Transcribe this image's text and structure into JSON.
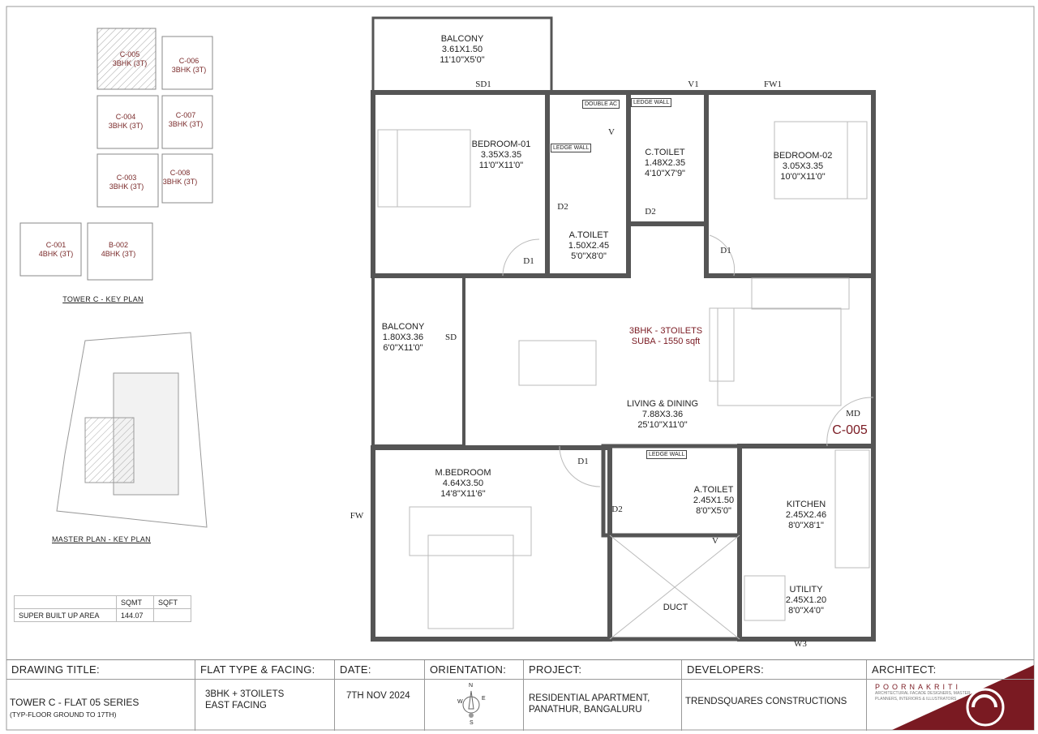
{
  "plan": {
    "rooms": [
      {
        "name": "BALCONY",
        "metric": "3.61X1.50",
        "imperial": "11'10\"X5'0\""
      },
      {
        "name": "BEDROOM-01",
        "metric": "3.35X3.35",
        "imperial": "11'0\"X11'0\""
      },
      {
        "name": "A.TOILET",
        "metric": "1.50X2.45",
        "imperial": "5'0\"X8'0\""
      },
      {
        "name": "C.TOILET",
        "metric": "1.48X2.35",
        "imperial": "4'10\"X7'9\""
      },
      {
        "name": "BEDROOM-02",
        "metric": "3.05X3.35",
        "imperial": "10'0\"X11'0\""
      },
      {
        "name": "BALCONY",
        "metric": "1.80X3.36",
        "imperial": "6'0\"X11'0\""
      },
      {
        "name": "LIVING & DINING",
        "metric": "7.88X3.36",
        "imperial": "25'10\"X11'0\""
      },
      {
        "name": "M.BEDROOM",
        "metric": "4.64X3.50",
        "imperial": "14'8\"X11'6\""
      },
      {
        "name": "A.TOILET",
        "metric": "2.45X1.50",
        "imperial": "8'0\"X5'0\""
      },
      {
        "name": "KITCHEN",
        "metric": "2.45X2.46",
        "imperial": "8'0\"X8'1\""
      },
      {
        "name": "UTILITY",
        "metric": "2.45X1.20",
        "imperial": "8'0\"X4'0\""
      },
      {
        "name": "DUCT"
      }
    ],
    "openings": {
      "sd1": "SD1",
      "v1": "V1",
      "fw1": "FW1",
      "v_top": "V",
      "d2_a": "D2",
      "d2_c": "D2",
      "d1_b1": "D1",
      "d1_b2": "D1",
      "sd": "SD",
      "md": "MD",
      "d1_m": "D1",
      "d2_m": "D2",
      "v_low": "V",
      "fw": "FW",
      "w3": "W3"
    },
    "tags": {
      "double_ac": "DOUBLE AC",
      "ledge_wall_1": "LEDGE WALL",
      "ledge_wall_2": "LEDGE WALL",
      "ledge_wall_3": "LEDGE WALL"
    },
    "flat_summary": {
      "line1": "3BHK - 3TOILETS",
      "line2": "SUBA - 1550 sqft"
    },
    "flat_id": "C-005",
    "accent_color": "#7a1a22"
  },
  "key_plan": {
    "title": "TOWER C - KEY PLAN",
    "highlighted": "C-005",
    "units": [
      {
        "id": "C-005",
        "type": "3BHK (3T)"
      },
      {
        "id": "C-006",
        "type": "3BHK (3T)"
      },
      {
        "id": "C-004",
        "type": "3BHK (3T)"
      },
      {
        "id": "C-007",
        "type": "3BHK (3T)"
      },
      {
        "id": "C-003",
        "type": "3BHK (3T)"
      },
      {
        "id": "C-008",
        "type": "3BHK (3T)"
      },
      {
        "id": "C-001",
        "type": "4BHK (3T)"
      },
      {
        "id": "B-002",
        "type": "4BHK (3T)"
      }
    ]
  },
  "master_plan": {
    "title": "MASTER PLAN - KEY PLAN"
  },
  "area_table": {
    "headers": [
      "",
      "SQMT",
      "SQFT"
    ],
    "row": {
      "label": "SUPER BUILT UP AREA",
      "sqmt": "144.07",
      "sqft": ""
    }
  },
  "title_block": {
    "drawing_title": {
      "label": "DRAWING TITLE:",
      "value": "TOWER C - FLAT 05 SERIES",
      "sub": "(TYP-FLOOR GROUND TO 17TH)"
    },
    "flat_type": {
      "label": "FLAT TYPE & FACING:",
      "line1": "3BHK + 3TOILETS",
      "line2": "EAST FACING"
    },
    "date": {
      "label": "DATE:",
      "value": "7TH NOV 2024"
    },
    "orientation": {
      "label": "ORIENTATION:",
      "n": "N",
      "e": "E",
      "w": "W",
      "s": "S"
    },
    "project": {
      "label": "PROJECT:",
      "line1": "RESIDENTIAL APARTMENT,",
      "line2": "PANATHUR, BANGALURU"
    },
    "developers": {
      "label": "DEVELOPERS:",
      "value": "TRENDSQUARES CONSTRUCTIONS"
    },
    "architect": {
      "label": "ARCHITECT:",
      "name": "POORNAKRITI",
      "tagline": "ARCHITECTURAL FACADE DESIGNERS, MASTER PLANNERS, INTERIORS & ILLUSTRATORS"
    }
  }
}
